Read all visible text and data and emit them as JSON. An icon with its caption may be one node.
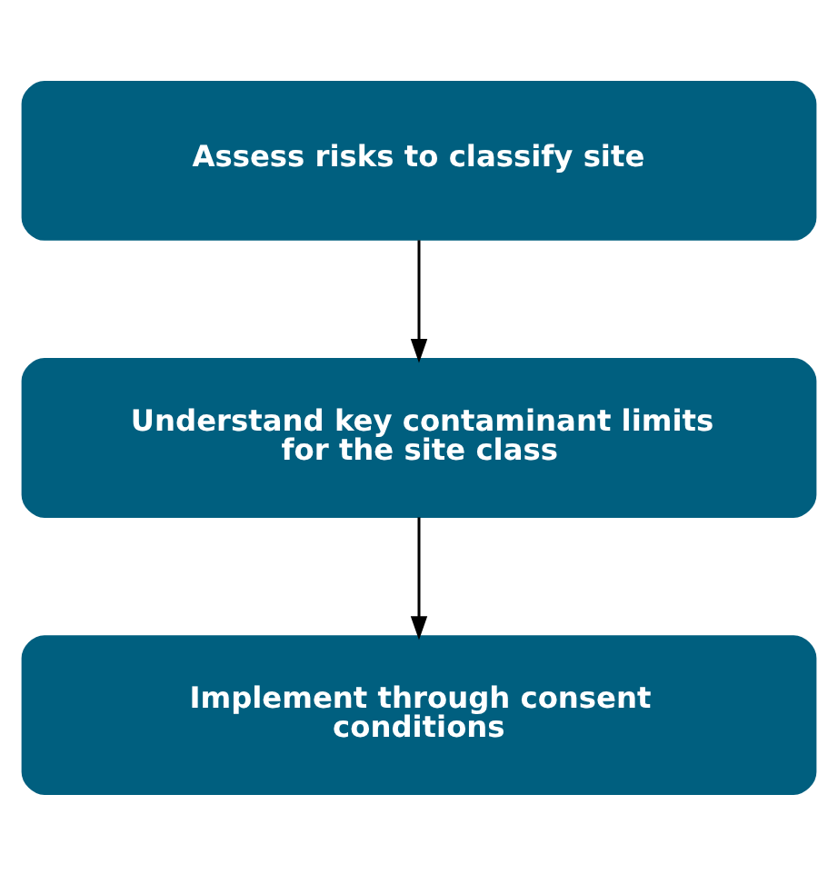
{
  "diagram": {
    "nodes": [
      {
        "text": [
          "Assess risks to classify site"
        ]
      },
      {
        "text": [
          "Understand key contaminant limits for the site class"
        ]
      },
      {
        "text": [
          "Implement through consent conditions"
        ]
      }
    ],
    "edges": [
      {
        "from": 0,
        "to": 1,
        "arrow": "to"
      },
      {
        "from": 1,
        "to": 2,
        "arrow": "to"
      }
    ]
  }
}
